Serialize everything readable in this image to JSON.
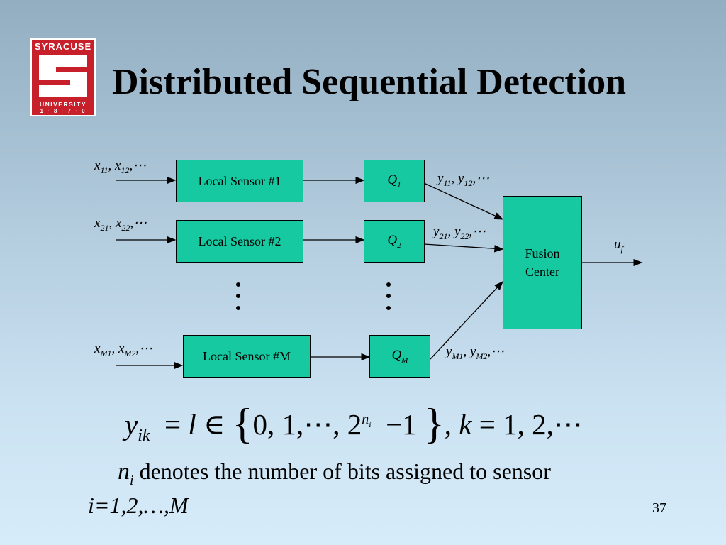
{
  "logo": {
    "top_text": "SYRACUSE",
    "mid_text": "UNIVERSITY",
    "bot_text": "1 · 8 · 7 · 0",
    "color": "#c8202b"
  },
  "title": "Distributed Sequential Detection",
  "sensors": [
    {
      "label": "Local Sensor #1",
      "input": {
        "a": "11",
        "b": "12"
      },
      "q": "1",
      "output": {
        "a": "11",
        "b": "12"
      }
    },
    {
      "label": "Local Sensor #2",
      "input": {
        "a": "21",
        "b": "22"
      },
      "q": "2",
      "output": {
        "a": "21",
        "b": "22"
      }
    },
    {
      "label": "Local Sensor #M",
      "input": {
        "a": "M1",
        "b": "M2"
      },
      "q": "M",
      "output": {
        "a": "M1",
        "b": "M2"
      }
    }
  ],
  "fusion_center": {
    "line1": "Fusion",
    "line2": "Center",
    "output_sub": "f"
  },
  "formula": {
    "ni_sup": "n",
    "ni_sup_sub": "i"
  },
  "description": {
    "text": "denotes the number of bits assigned to sensor",
    "line2": "i=1,2,…,M"
  },
  "page_number": "37",
  "colors": {
    "box_fill": "#17c9a1"
  }
}
